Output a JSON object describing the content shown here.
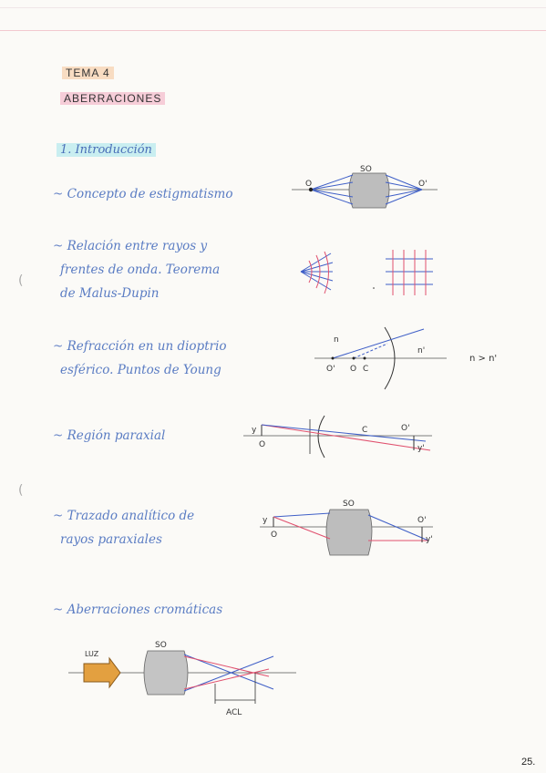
{
  "header": {
    "tema": "TEMA 4",
    "title": "ABERRACIONES"
  },
  "section": {
    "heading": "1. Introducción"
  },
  "items": [
    {
      "text": "Concepto de estigmatismo"
    },
    {
      "lines": [
        "Relación entre rayos y",
        "frentes de onda. Teorema",
        "de Malus-Dupin"
      ]
    },
    {
      "lines": [
        "Refracción en un dioptrio",
        "esférico. Puntos de Young"
      ]
    },
    {
      "text": "Región paraxial"
    },
    {
      "lines": [
        "Trazado analítico de",
        "rayos paraxiales"
      ]
    },
    {
      "text": "Aberraciones cromáticas"
    }
  ],
  "figures": {
    "stigmatism": {
      "label_top": "SO",
      "left": "O",
      "right": "O'"
    },
    "dioptrio": {
      "n": "n",
      "n_prime": "n'",
      "p1": "O'",
      "p2": "O",
      "p3": "C",
      "relation": "n > n'"
    },
    "paraxial": {
      "y": "y",
      "o": "O",
      "c": "C",
      "o_prime": "O'",
      "y_prime": "y'"
    },
    "trazado": {
      "label_top": "SO",
      "y": "y",
      "o": "O",
      "o_prime": "O'",
      "y_prime": "y'"
    },
    "cromatica": {
      "arrow_label": "LUZ",
      "label_top": "SO",
      "acl": "ACL"
    }
  },
  "page_number": "25.",
  "colors": {
    "blue_ray": "#3f5fc7",
    "red_ray": "#e0506e",
    "pen_blue": "#5a7cc3",
    "lens_gray": "#9a9a9a"
  }
}
